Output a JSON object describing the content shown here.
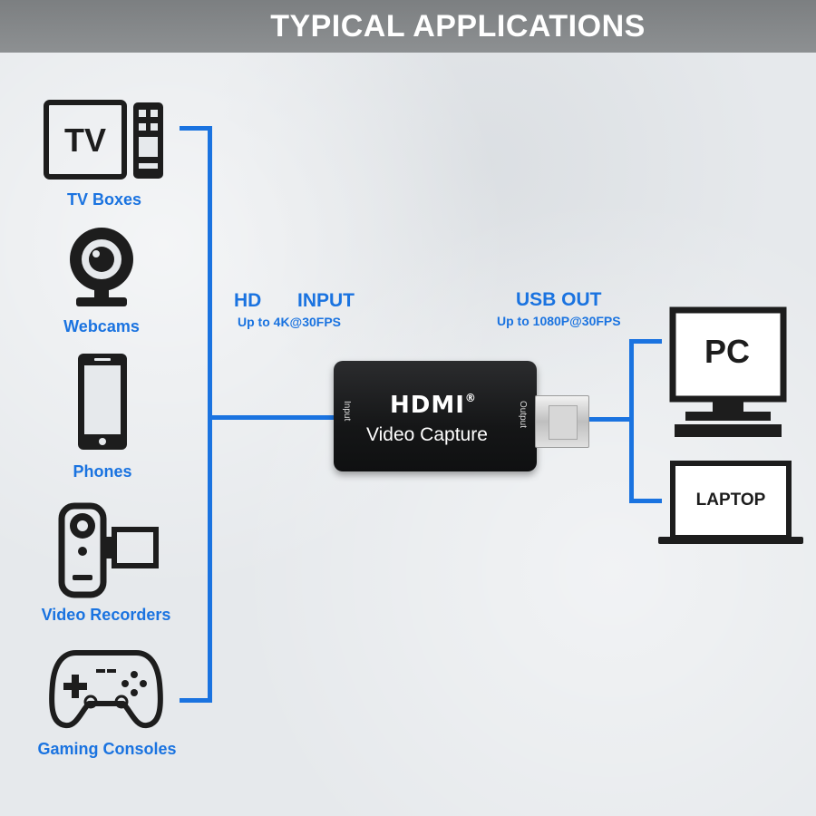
{
  "header": {
    "title": "TYPICAL APPLICATIONS"
  },
  "inputs": [
    {
      "label": "TV Boxes",
      "icon": "tv-box-icon",
      "icon_text": "TV"
    },
    {
      "label": "Webcams",
      "icon": "webcam-icon"
    },
    {
      "label": "Phones",
      "icon": "phone-icon"
    },
    {
      "label": "Video Recorders",
      "icon": "video-recorder-icon"
    },
    {
      "label": "Gaming Consoles",
      "icon": "gamepad-icon"
    }
  ],
  "input_section": {
    "hd": "HD",
    "input": "INPUT",
    "spec": "Up to 4K@30FPS"
  },
  "output_section": {
    "title": "USB OUT",
    "spec": "Up to 1080P@30FPS"
  },
  "device": {
    "brand": "HDMI",
    "registered": "®",
    "name": "Video Capture",
    "input_port": "Input",
    "output_port": "Output"
  },
  "outputs": [
    {
      "label": "PC",
      "icon": "monitor-icon"
    },
    {
      "label": "LAPTOP",
      "icon": "laptop-icon"
    }
  ],
  "colors": {
    "accent": "#1a73e0",
    "header": "#85888a",
    "icon": "#1d1d1d"
  }
}
